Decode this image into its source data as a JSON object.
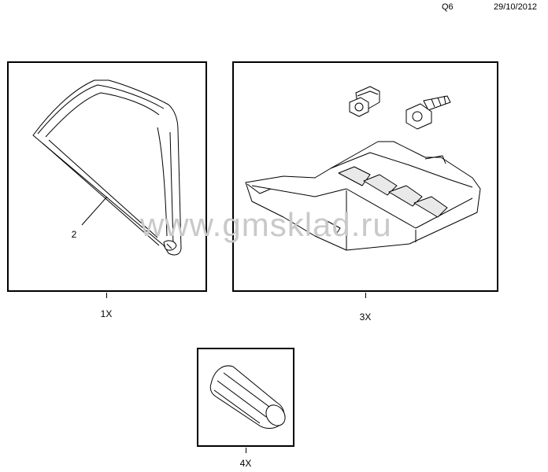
{
  "header": {
    "code": "Q6",
    "date": "29/10/2012"
  },
  "watermark": "www.gmsklad.ru",
  "panels": [
    {
      "qty": "1X",
      "callout": "2"
    },
    {
      "qty": "3X"
    },
    {
      "qty": "4X"
    }
  ]
}
